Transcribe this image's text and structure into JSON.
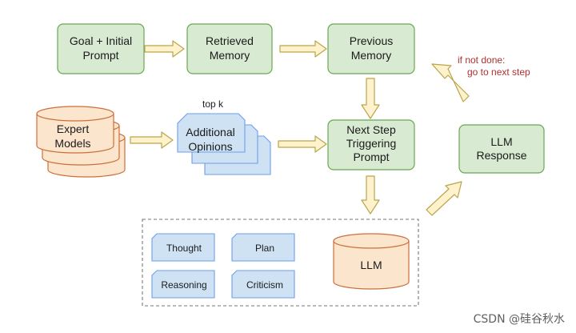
{
  "nodes": {
    "goal": [
      "Goal + Initial",
      "Prompt"
    ],
    "retrieved": [
      "Retrieved",
      "Memory"
    ],
    "previous": [
      "Previous",
      "Memory"
    ],
    "expert": [
      "Expert",
      "Models"
    ],
    "opinions": [
      "Additional",
      "Opinions"
    ],
    "nextstep": [
      "Next Step",
      "Triggering",
      "Prompt"
    ],
    "response": [
      "LLM",
      "Response"
    ]
  },
  "labels": {
    "topk": "top k",
    "loop_line1": "if not done:",
    "loop_line2": "go to next step"
  },
  "module": {
    "thought": "Thought",
    "plan": "Plan",
    "reasoning": "Reasoning",
    "criticism": "Criticism",
    "llm": "LLM"
  },
  "watermark": "CSDN @硅谷秋水",
  "colors": {
    "green_fill": "#d9ead3",
    "green_stroke": "#6aa84f",
    "orange_fill": "#fce5cd",
    "orange_stroke": "#cc6e3a",
    "blue_fill": "#cfe2f3",
    "blue_stroke": "#6d9eeb",
    "arrow_fill": "#fff2cc",
    "arrow_stroke": "#b9a54a"
  }
}
